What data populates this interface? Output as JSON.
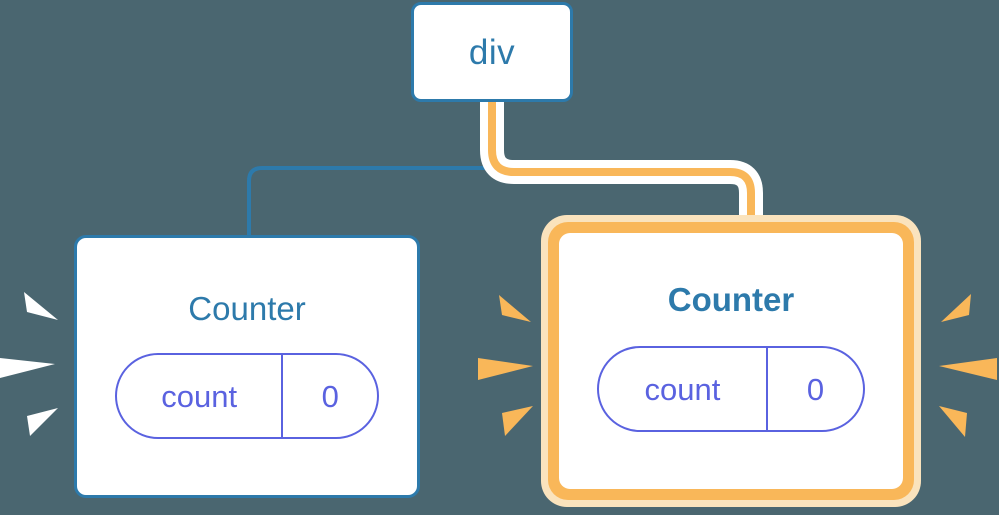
{
  "diagram": {
    "type": "component-tree",
    "background_color": "#4a6670",
    "title_hidden": true
  },
  "colors": {
    "background": "#4a6670",
    "node_blue": "#2d7aab",
    "highlight_orange": "#f9b759",
    "highlight_orange_glow": "#fae3bd",
    "pill_indigo": "#5a62e0",
    "node_fill": "#ffffff",
    "ray_white": "#ffffff",
    "ray_orange": "#f9b759",
    "wire_blue": "#2d7aab",
    "wire_orange": "#f9b759",
    "wire_halo": "#ffffff"
  },
  "nodes": {
    "root": {
      "id": "div",
      "label": "div",
      "bold": false,
      "highlighted": false
    },
    "counter_left": {
      "id": "counter-left",
      "label": "Counter",
      "bold": false,
      "highlighted": false,
      "state": {
        "key": "count",
        "value": "0"
      },
      "rays": "white"
    },
    "counter_right": {
      "id": "counter-right",
      "label": "Counter",
      "bold": true,
      "highlighted": true,
      "state": {
        "key": "count",
        "value": "0"
      },
      "rays": "orange"
    }
  },
  "edges": [
    {
      "id": "edge-div-to-counter-left",
      "from": "div",
      "to": "counter-left",
      "color": "#2d7aab",
      "style": "thin",
      "highlighted": false
    },
    {
      "id": "edge-div-to-counter-right",
      "from": "div",
      "to": "counter-right",
      "color": "#f9b759",
      "style": "thick-with-halo",
      "highlighted": true
    }
  ],
  "icons": {
    "sparkle_ray": "sparkle-ray-icon"
  }
}
